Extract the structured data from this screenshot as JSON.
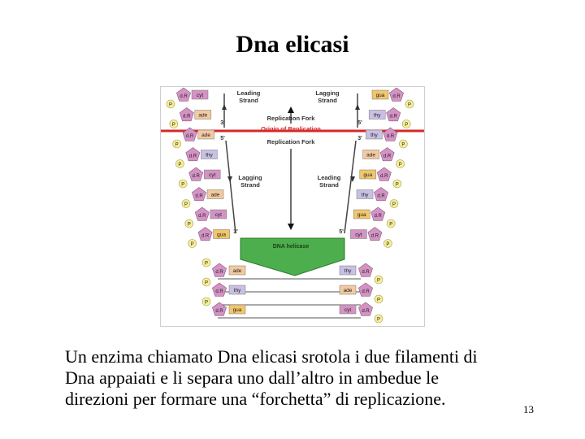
{
  "slide": {
    "title": "Dna elicasi",
    "body": "Un enzima chiamato Dna elicasi srotola i due filamenti di\nDna appaiati e li separa uno dall’altro in ambedue le\ndirezioni per formare una “forchetta” di replicazione.",
    "page_number": "13"
  },
  "diagram": {
    "labels": {
      "leading_strand_top": [
        "Leading",
        "Strand"
      ],
      "lagging_strand_top": [
        "Lagging",
        "Strand"
      ],
      "lagging_strand_bottom": [
        "Lagging",
        "Strand"
      ],
      "leading_strand_bottom": [
        "Leading",
        "Strand"
      ],
      "replication_fork_top": "Replication Fork",
      "origin_of_replication": "Origin of Replication",
      "replication_fork_bottom": "Replication Fork",
      "enzyme": "DNA helicase",
      "end_3_top_left": "3'",
      "end_5_top_right": "5'",
      "end_5_mid_left": "5'",
      "end_3_mid_right": "3'",
      "end_3_bottom_left": "3'",
      "end_5_bottom_right": "5'"
    },
    "left_strand": [
      {
        "sugar": "d.R",
        "base": "cyt"
      },
      {
        "sugar": "d.R",
        "base": "ade"
      },
      {
        "sugar": "d.R",
        "base": "ade"
      },
      {
        "sugar": "d.R",
        "base": "thy"
      },
      {
        "sugar": "d.R",
        "base": "cyt"
      },
      {
        "sugar": "d.R",
        "base": "ade"
      },
      {
        "sugar": "d.R",
        "base": "cyt"
      },
      {
        "sugar": "d.R",
        "base": "gua"
      }
    ],
    "right_strand": [
      {
        "sugar": "d.R",
        "base": "gua"
      },
      {
        "sugar": "d.R",
        "base": "thy"
      },
      {
        "sugar": "d.R",
        "base": "thy"
      },
      {
        "sugar": "d.R",
        "base": "ade"
      },
      {
        "sugar": "d.R",
        "base": "gua"
      },
      {
        "sugar": "d.R",
        "base": "thy"
      },
      {
        "sugar": "d.R",
        "base": "gua"
      },
      {
        "sugar": "d.R",
        "base": "cyt"
      }
    ],
    "paired_rows": [
      {
        "sugar_left": "d.R",
        "base_left": "ade",
        "base_right": "thy",
        "sugar_right": "d.R"
      },
      {
        "sugar_left": "d.R",
        "base_left": "thy",
        "base_right": "ade",
        "sugar_right": "d.R"
      },
      {
        "sugar_left": "d.R",
        "base_left": "gua",
        "base_right": "cyt",
        "sugar_right": "d.R"
      }
    ],
    "phosphate_label": "P",
    "colors": {
      "sugar": "#d493c4",
      "phosphate": "#f5ef9d",
      "base_cyt": "#d493c4",
      "base_ade": "#f2c9a0",
      "base_thy": "#c9c0e3",
      "base_gua": "#f2c66b",
      "origin_line": "#d42a2a",
      "helicase": "#4cae4c",
      "helicase_edge": "#2c7a2c",
      "strand_line": "#444444"
    }
  }
}
